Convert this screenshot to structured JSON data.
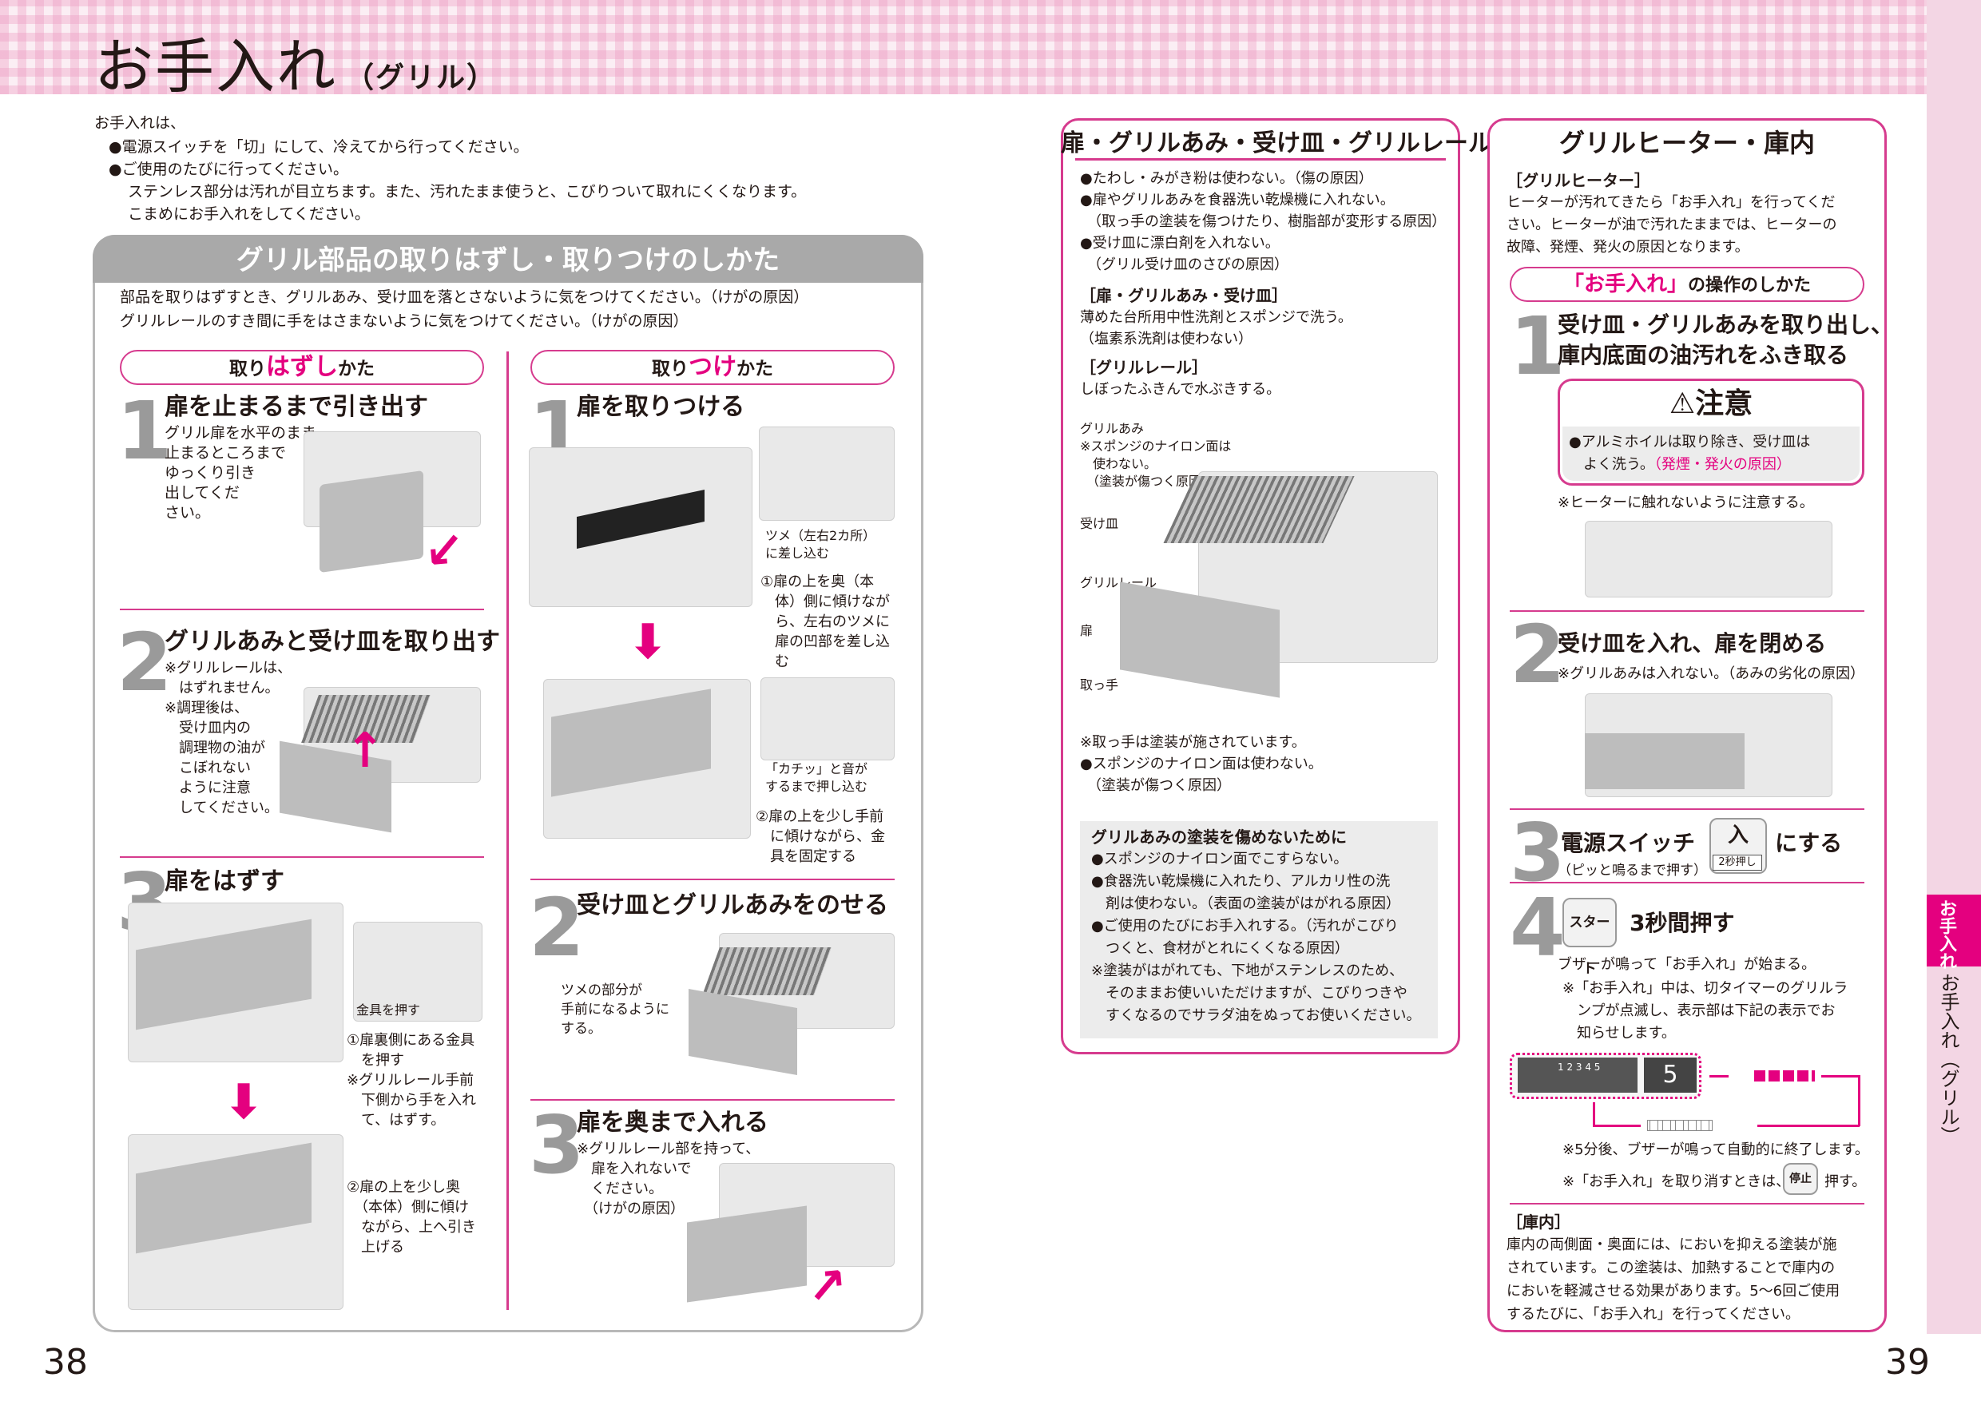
{
  "header": {
    "title": "お手入れ",
    "subtitle": "（グリル）"
  },
  "pages": {
    "left": "38",
    "right": "39"
  },
  "intro": {
    "lead": "お手入れは、",
    "bullets": [
      "●電源スイッチを「切」にして、冷えてから行ってください。",
      "●ご使用のたびに行ってください。"
    ],
    "lines": [
      "ステンレス部分は汚れが目立ちます。また、汚れたまま使うと、こびりついて取れにくくなります。",
      "こまめにお手入れをしてください。"
    ]
  },
  "parts_section": {
    "title": "グリル部品の取りはずし・取りつけのしかた",
    "notes": [
      "部品を取りはずすとき、グリルあみ、受け皿を落とさないように気をつけてください。（けがの原因）",
      "グリルレールのすき間に手をはさまないように気をつけてください。（けがの原因）"
    ],
    "removal": {
      "pill_pre": "取り",
      "pill_key": "はずし",
      "pill_post": "かた",
      "steps": [
        {
          "num": "1",
          "title": "扉を止まるまで引き出す",
          "desc": [
            "グリル扉を水平のまま、",
            "止まるところまで",
            "ゆっくり引き",
            "出してくだ",
            "さい。"
          ]
        },
        {
          "num": "2",
          "title": "グリルあみと受け皿を取り出す",
          "desc": [
            "※グリルレールは、",
            "　はずれません。",
            "※調理後は、",
            "　受け皿内の",
            "　調理物の油が",
            "　こぼれない",
            "　ように注意",
            "　してください。"
          ]
        },
        {
          "num": "3",
          "title": "扉をはずす",
          "callout": "金具を押す",
          "notes": [
            "①扉裏側にある金具",
            "　を押す",
            "※グリルレール手前",
            "　下側から手を入れ",
            "　て、はずす。"
          ],
          "notes2": [
            "②扉の上を少し奥",
            "　（本体）側に傾け",
            "　ながら、上へ引き",
            "　上げる"
          ]
        }
      ]
    },
    "attach": {
      "pill_pre": "取り",
      "pill_key": "つけ",
      "pill_post": "かた",
      "steps": [
        {
          "num": "1",
          "title": "扉を取りつける",
          "callout1": [
            "ツメ（左右2カ所）",
            "に差し込む"
          ],
          "note1": [
            "①扉の上を奥（本",
            "　体）側に傾けなが",
            "　ら、左右のツメに",
            "　扉の凹部を差し込",
            "　む"
          ],
          "callout2": [
            "「カチッ」と音が",
            "するまで押し込む"
          ],
          "note2": [
            "②扉の上を少し手前",
            "　に傾けながら、金",
            "　具を固定する"
          ]
        },
        {
          "num": "2",
          "title": "受け皿とグリルあみをのせる",
          "desc": [
            "ツメの部分が",
            "手前になるように",
            "する。"
          ]
        },
        {
          "num": "3",
          "title": "扉を奥まで入れる",
          "desc": [
            "※グリルレール部を持って、",
            "　扉を入れないで",
            "　ください。",
            "　（けがの原因）"
          ]
        }
      ]
    }
  },
  "middle_box": {
    "title": "扉・グリルあみ・受け皿・グリルレール",
    "bullets": [
      "●たわし・みがき粉は使わない。（傷の原因）",
      "●扉やグリルあみを食器洗い乾燥機に入れない。",
      "　（取っ手の塗装を傷つけたり、樹脂部が変形する原因）",
      "●受け皿に漂白剤を入れない。",
      "　（グリル受け皿のさびの原因）"
    ],
    "sub1_title": "［扉・グリルあみ・受け皿］",
    "sub1_lines": [
      "薄めた台所用中性洗剤とスポンジで洗う。",
      "（塩素系洗剤は使わない）"
    ],
    "sub2_title": "［グリルレール］",
    "sub2_lines": [
      "しぼったふきんで水ぶきする。"
    ],
    "labels": {
      "ami": "グリルあみ",
      "ami_note": [
        "※スポンジのナイロン面は",
        "　使わない。",
        "　（塗装が傷つく原因）"
      ],
      "sara": "受け皿",
      "rail": "グリルレール",
      "tobira": "扉",
      "totte": "取っ手"
    },
    "foot": [
      "※取っ手は塗装が施されています。",
      "●スポンジのナイロン面は使わない。",
      "　（塗装が傷つく原因）"
    ],
    "tip_title": "グリルあみの塗装を傷めないために",
    "tip_lines": [
      "●スポンジのナイロン面でこすらない。",
      "●食器洗い乾燥機に入れたり、アルカリ性の洗",
      "　剤は使わない。（表面の塗装がはがれる原因）",
      "●ご使用のたびにお手入れする。（汚れがこびり",
      "　つくと、食材がとれにくくなる原因）",
      "※塗装がはがれても、下地がステンレスのため、",
      "　そのままお使いいただけますが、こびりつきや",
      "　すくなるのでサラダ油をぬってお使いください。"
    ]
  },
  "right_box": {
    "title": "グリルヒーター・庫内",
    "heater_title": "［グリルヒーター］",
    "heater_lines": [
      "ヒーターが汚れてきたら「お手入れ」を行ってくだ",
      "さい。ヒーターが油で汚れたままでは、ヒーターの",
      "故障、発煙、発火の原因となります。"
    ],
    "op_pill_key": "「お手入れ」",
    "op_pill_post": "の操作のしかた",
    "step1": {
      "num": "1",
      "title": [
        "受け皿・グリルあみを取り出し、",
        "庫内底面の油汚れをふき取る"
      ]
    },
    "caution": {
      "title": "注意",
      "line1": "●アルミホイルは取り除き、受け皿は",
      "line2a": "　よく洗う。",
      "line2b": "（発煙・発火の原因）"
    },
    "step1_note": "※ヒーターに触れないように注意する。",
    "step2": {
      "num": "2",
      "title": "受け皿を入れ、扉を閉める",
      "note": "※グリルあみは入れない。（あみの劣化の原因）"
    },
    "step3": {
      "num": "3",
      "title_a": "電源スイッチ",
      "title_b": "にする",
      "sub": "（ピッと鳴るまで押す）",
      "icon": "入",
      "icon_sub": "2秒押し"
    },
    "step4": {
      "num": "4",
      "icon": "スタート",
      "title": "3秒間押す",
      "lines": [
        "ブザーが鳴って「お手入れ」が始まる。"
      ],
      "notes": [
        "※「お手入れ」中は、切タイマーのグリルラ",
        "　ンプが点滅し、表示部は下記の表示でお",
        "　知らせします。"
      ]
    },
    "display": {
      "scale": "1 2 3 4 5",
      "digit": "5"
    },
    "end_note": "※5分後、ブザーが鳴って自動的に終了します。",
    "cancel_a": "※「お手入れ」を取り消すときは、",
    "cancel_icon": "停止",
    "cancel_b": "押す。",
    "kou_title": "［庫内］",
    "kou_lines": [
      "庫内の両側面・奥面には、においを抑える塗装が施",
      "されています。この塗装は、加熱することで庫内の",
      "においを軽減させる効果があります。5〜6回ご使用",
      "するたびに、「お手入れ」を行ってください。"
    ]
  },
  "side_tab": {
    "a": "お手入れ",
    "b": "お手入れ（グリル）"
  }
}
